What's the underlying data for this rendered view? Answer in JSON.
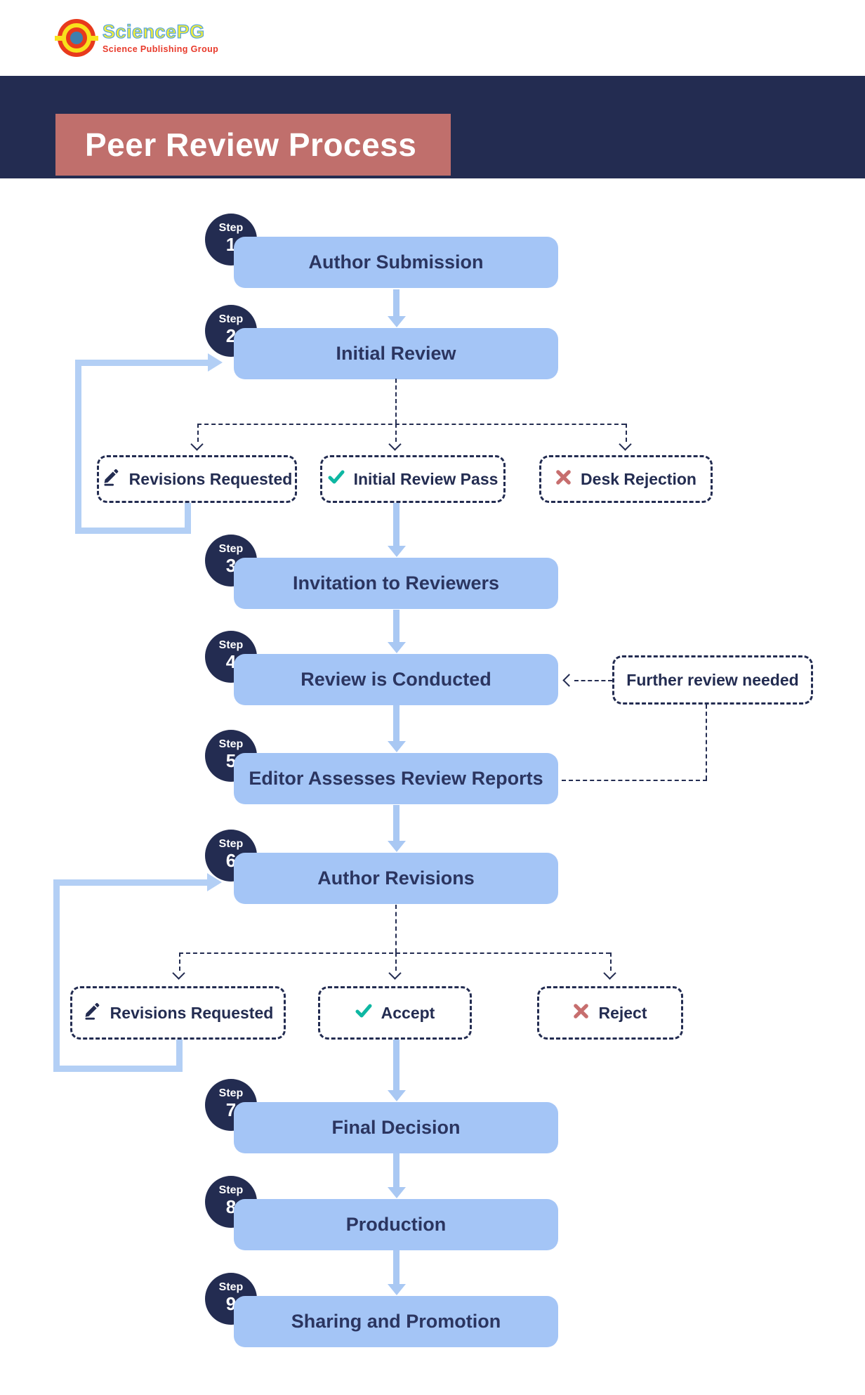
{
  "brand": {
    "name": "SciencePG",
    "tagline": "Science Publishing Group"
  },
  "title": "Peer Review Process",
  "steps": [
    {
      "prefix": "Step",
      "number": "1",
      "label": "Author Submission"
    },
    {
      "prefix": "Step",
      "number": "2",
      "label": "Initial Review"
    },
    {
      "prefix": "Step",
      "number": "3",
      "label": "Invitation to Reviewers"
    },
    {
      "prefix": "Step",
      "number": "4",
      "label": "Review is Conducted"
    },
    {
      "prefix": "Step",
      "number": "5",
      "label": "Editor Assesses Review Reports"
    },
    {
      "prefix": "Step",
      "number": "6",
      "label": "Author Revisions"
    },
    {
      "prefix": "Step",
      "number": "7",
      "label": "Final Decision"
    },
    {
      "prefix": "Step",
      "number": "8",
      "label": "Production"
    },
    {
      "prefix": "Step",
      "number": "9",
      "label": "Sharing and Promotion"
    }
  ],
  "initial_review_outcomes": [
    {
      "label": "Revisions Requested",
      "icon": "pencil-icon"
    },
    {
      "label": "Initial Review Pass",
      "icon": "check-icon"
    },
    {
      "label": "Desk Rejection",
      "icon": "x-icon"
    }
  ],
  "revision_outcomes": [
    {
      "label": "Revisions Requested",
      "icon": "pencil-icon"
    },
    {
      "label": "Accept",
      "icon": "check-icon"
    },
    {
      "label": "Reject",
      "icon": "x-icon"
    }
  ],
  "side_note": {
    "label": "Further review needed"
  },
  "colors": {
    "navy": "#232c51",
    "node_blue": "#a4c5f6",
    "arrow_blue": "#a9c8f3",
    "loop_blue": "#b3cff5",
    "rose": "#c06f6c",
    "check_teal": "#0eb7a2",
    "x_red": "#c76e6e"
  }
}
